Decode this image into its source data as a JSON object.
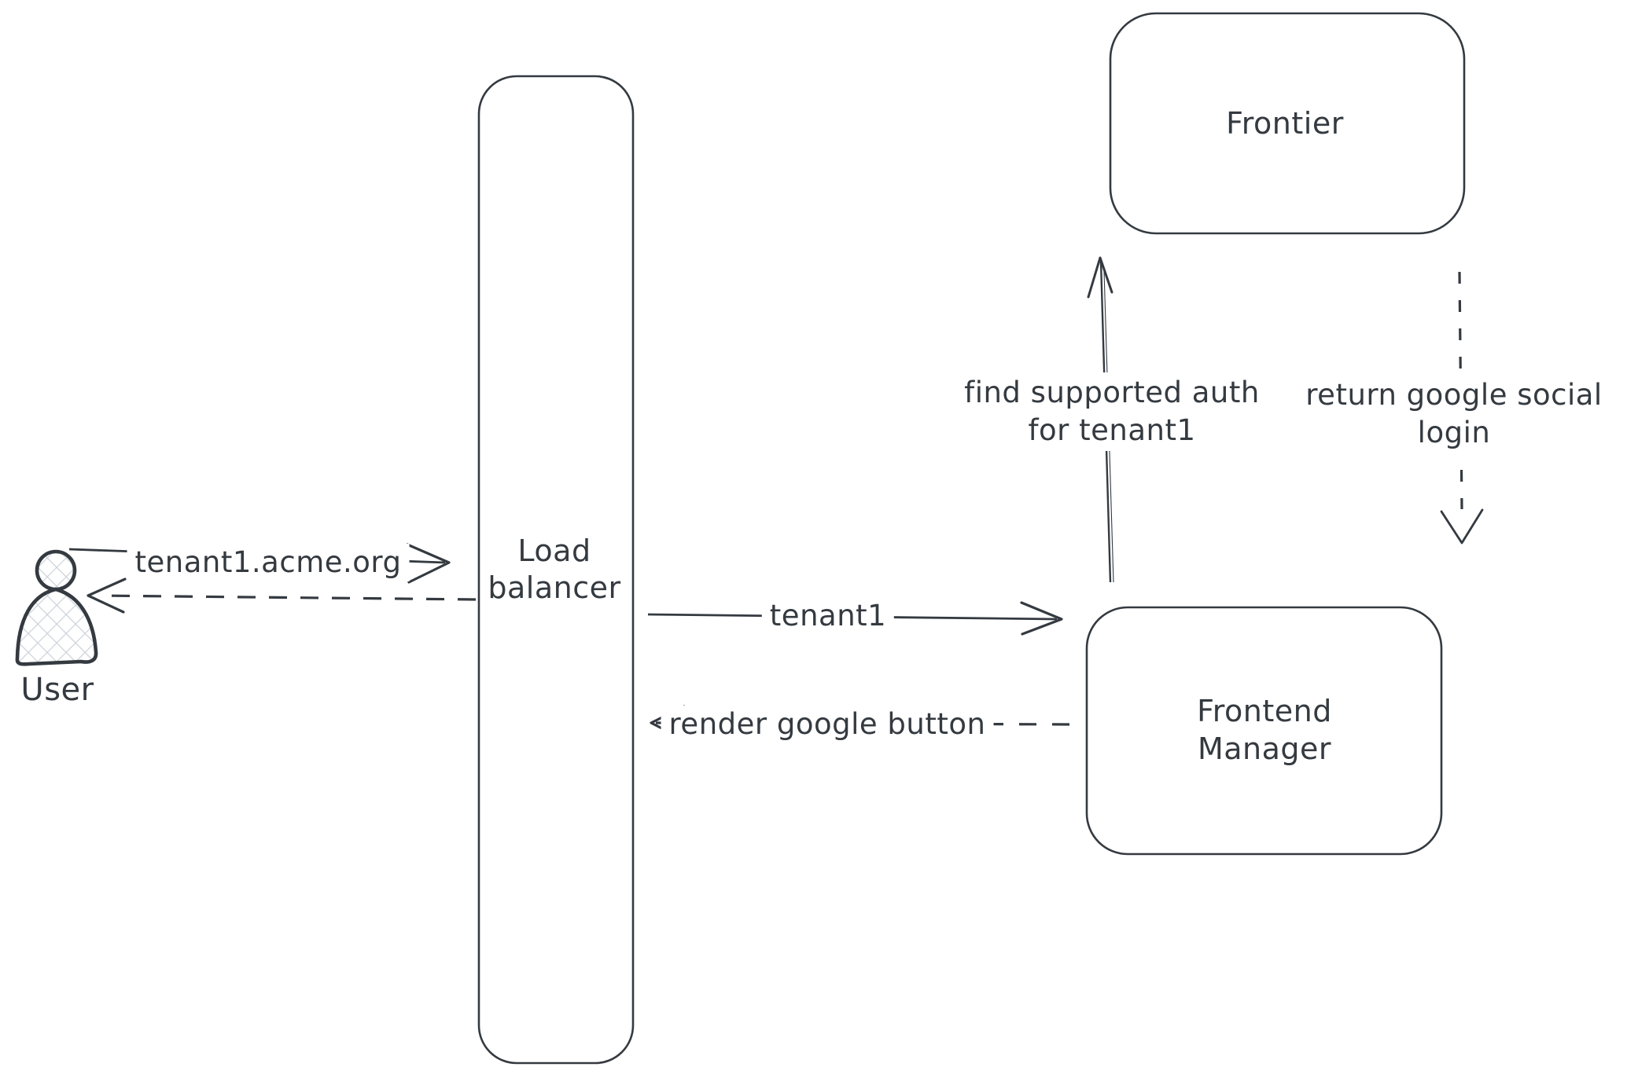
{
  "diagram": {
    "type": "sequence-architecture-sketch",
    "colors": {
      "stroke": "#343a40",
      "hatch": "#cdd3da",
      "background": "#ffffff"
    },
    "nodes": {
      "user": {
        "label": "User",
        "icon": "user-person-icon",
        "shape": "actor"
      },
      "load_balancer": {
        "line1": "Load",
        "line2": "balancer",
        "shape": "rounded-rect-tall"
      },
      "frontier": {
        "label": "Frontier",
        "shape": "rounded-rect"
      },
      "frontend_manager": {
        "line1": "Frontend",
        "line2": "Manager",
        "shape": "rounded-rect"
      }
    },
    "arrows": {
      "user_request": {
        "label": "tenant1.acme.org",
        "type": "solid",
        "from": "user",
        "to": "load_balancer"
      },
      "user_response": {
        "label": "",
        "type": "dashed",
        "from": "load_balancer",
        "to": "user"
      },
      "tenant1": {
        "label": "tenant1",
        "type": "solid",
        "from": "load_balancer",
        "to": "frontend_manager"
      },
      "render_google_button": {
        "label": "render google button",
        "type": "dashed",
        "from": "frontend_manager",
        "to": "load_balancer"
      },
      "find_supported_auth": {
        "line1": "find supported auth",
        "line2": "for tenant1",
        "type": "solid",
        "from": "frontend_manager",
        "to": "frontier"
      },
      "return_google_social_login": {
        "line1": "return google social",
        "line2": "login",
        "type": "dashed",
        "from": "frontier",
        "to": "frontend_manager"
      }
    }
  }
}
